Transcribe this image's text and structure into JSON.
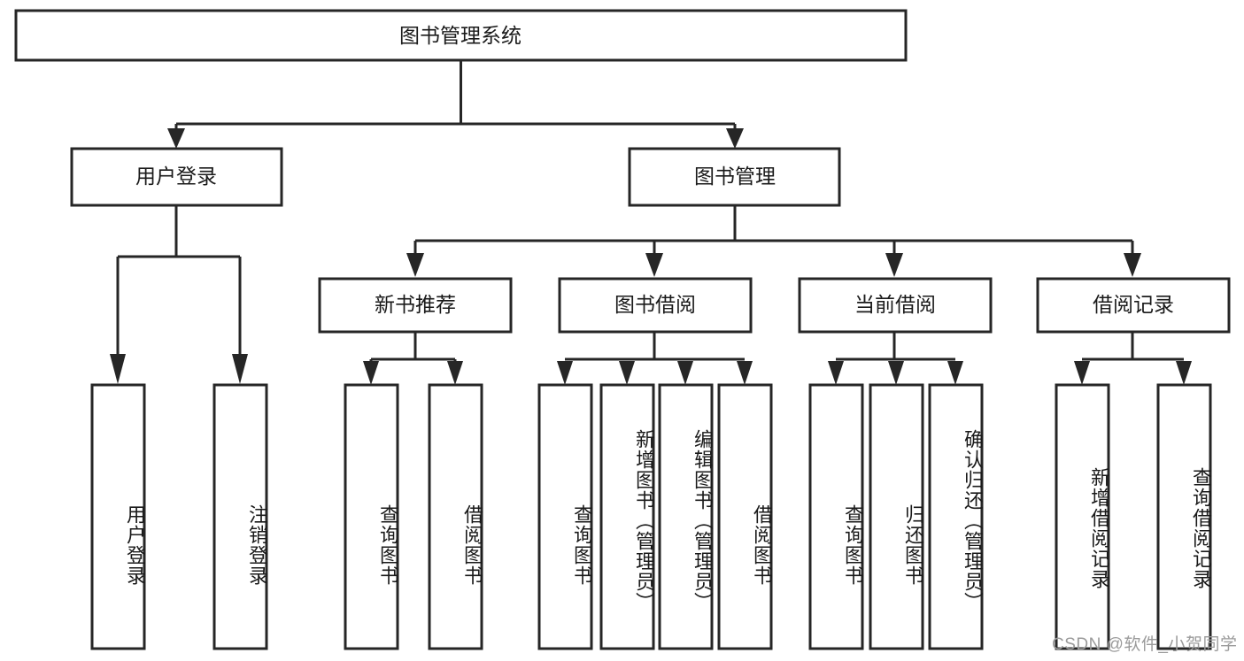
{
  "diagram": {
    "title": "图书管理系统",
    "type": "tree-hierarchy-diagram",
    "colors": {
      "stroke": "#262626",
      "fill": "#ffffff",
      "text": "#1a1a1a",
      "watermark": "#9b9b9b"
    },
    "levels": {
      "root": {
        "label": "图书管理系统"
      },
      "level2": [
        {
          "label": "用户登录"
        },
        {
          "label": "图书管理"
        }
      ],
      "level3": [
        {
          "label": "新书推荐"
        },
        {
          "label": "图书借阅"
        },
        {
          "label": "当前借阅"
        },
        {
          "label": "借阅记录"
        }
      ],
      "leaves": [
        {
          "label": "用户登录",
          "parent": "用户登录"
        },
        {
          "label": "注销登录",
          "parent": "用户登录"
        },
        {
          "label": "查询图书",
          "parent": "新书推荐"
        },
        {
          "label": "借阅图书",
          "parent": "新书推荐"
        },
        {
          "label": "查询图书",
          "parent": "图书借阅"
        },
        {
          "label": "新增图书（管理员）",
          "parent": "图书借阅"
        },
        {
          "label": "编辑图书（管理员）",
          "parent": "图书借阅"
        },
        {
          "label": "借阅图书",
          "parent": "图书借阅"
        },
        {
          "label": "查询图书",
          "parent": "当前借阅"
        },
        {
          "label": "归还图书",
          "parent": "当前借阅"
        },
        {
          "label": "确认归还（管理员）",
          "parent": "当前借阅"
        },
        {
          "label": "新增借阅记录",
          "parent": "借阅记录"
        },
        {
          "label": "查询借阅记录",
          "parent": "借阅记录"
        }
      ]
    },
    "watermark": "CSDN @软件_小贺同学"
  }
}
